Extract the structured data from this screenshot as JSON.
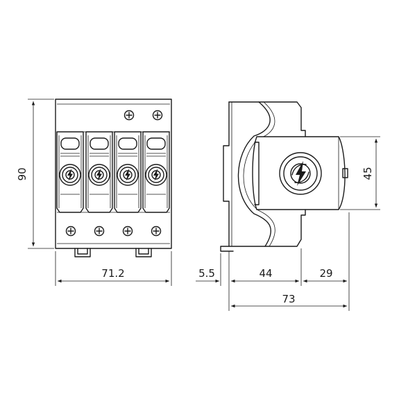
{
  "dimensions": {
    "height": "90",
    "front_width": "71.2",
    "side_offset": "5.5",
    "side_body": "44",
    "side_cap": "29",
    "side_total": "73",
    "cap_height": "45"
  },
  "colors": {
    "line": "#1a1a1a",
    "background": "#ffffff"
  },
  "icons": {
    "module": "lightning-bolt-icon",
    "screw": "screw-terminal-icon"
  }
}
